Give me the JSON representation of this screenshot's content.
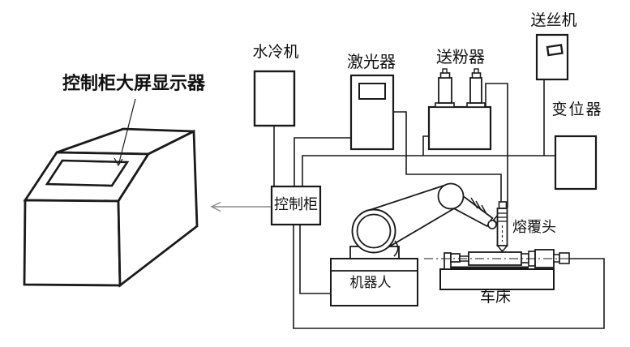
{
  "diagram": {
    "type": "schematic",
    "subject": "laser-cladding-system",
    "display_unit": {
      "label": "控制柜大屏显示器"
    },
    "components": {
      "water_cooler": {
        "label": "水冷机"
      },
      "laser": {
        "label": "激光器"
      },
      "powder_feeder": {
        "label": "送粉器"
      },
      "wire_feeder": {
        "label": "送丝机"
      },
      "positioner": {
        "label": "变位器"
      },
      "control_cabinet": {
        "label": "控制柜"
      },
      "robot": {
        "label": "机器人"
      },
      "cladding_head": {
        "label": "熔覆头"
      },
      "lathe": {
        "label": "车床"
      }
    },
    "colors": {
      "line": "#1a1a1a",
      "arrow_gray": "#8a8a8a",
      "background": "#ffffff"
    }
  }
}
